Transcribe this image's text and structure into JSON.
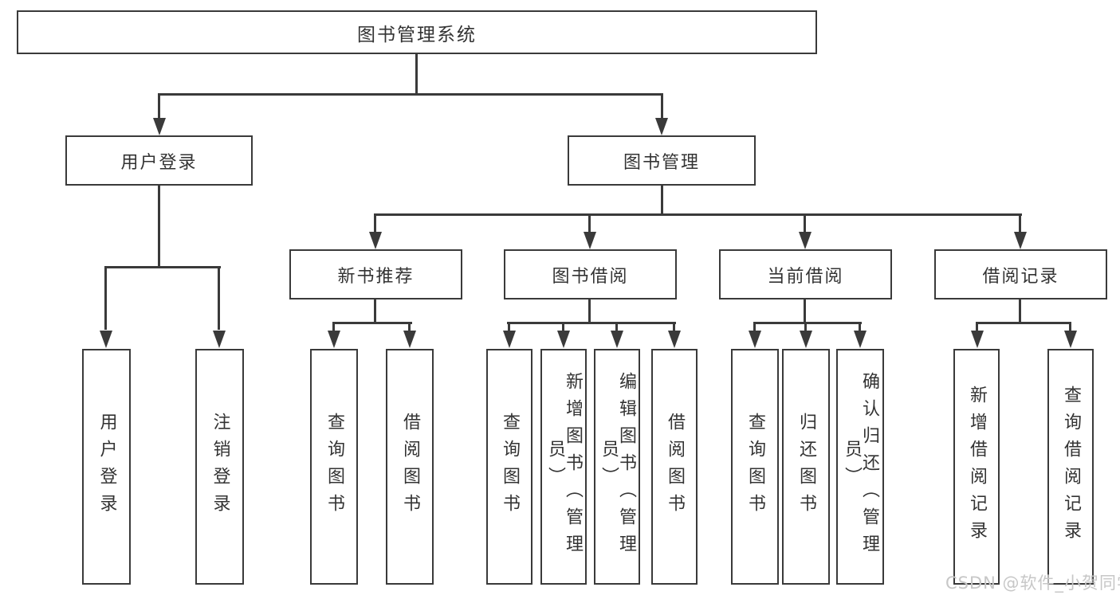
{
  "diagram": {
    "type": "hierarchy-tree",
    "root": {
      "label": "图书管理系统"
    },
    "branches": [
      {
        "label": "用户登录",
        "children": [
          {
            "label": "用户登录"
          },
          {
            "label": "注销登录"
          }
        ]
      },
      {
        "label": "图书管理",
        "children": [
          {
            "label": "新书推荐",
            "children": [
              {
                "label": "查询图书"
              },
              {
                "label": "借阅图书"
              }
            ]
          },
          {
            "label": "图书借阅",
            "children": [
              {
                "label": "查询图书"
              },
              {
                "label": "新增图书（管理员）"
              },
              {
                "label": "编辑图书（管理员）"
              },
              {
                "label": "借阅图书"
              }
            ]
          },
          {
            "label": "当前借阅",
            "children": [
              {
                "label": "查询图书"
              },
              {
                "label": "归还图书"
              },
              {
                "label": "确认归还（管理员）"
              }
            ]
          },
          {
            "label": "借阅记录",
            "children": [
              {
                "label": "新增借阅记录"
              },
              {
                "label": "查询借阅记录"
              }
            ]
          }
        ]
      }
    ],
    "watermark": "CSDN @软件_小贺同学",
    "colors": {
      "line": "#3a3a3a",
      "text": "#333333",
      "background": "#ffffff",
      "watermark": "#c7c7c7"
    }
  }
}
